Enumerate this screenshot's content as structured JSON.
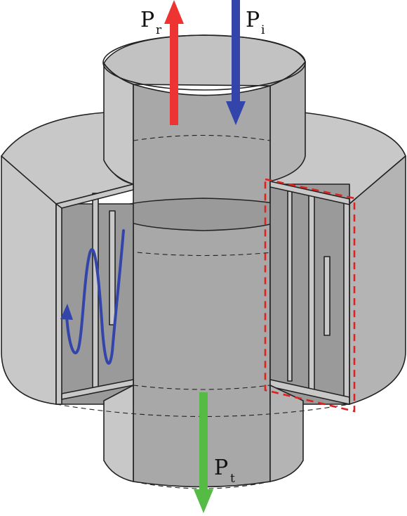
{
  "labels": {
    "reflected": {
      "main": "P",
      "sub": "r"
    },
    "incident": {
      "main": "P",
      "sub": "i"
    },
    "transmitted": {
      "main": "P",
      "sub": "t"
    }
  },
  "colors": {
    "reflected": "#ee3333",
    "incident": "#3344aa",
    "transmitted": "#55bb44",
    "wave": "#3344aa",
    "highlight": "#dd2222",
    "shell_light": "#c8c8c8",
    "shell_mid": "#b4b4b4",
    "shell_dark": "#9a9a9a",
    "inner": "#a8a8a8"
  }
}
